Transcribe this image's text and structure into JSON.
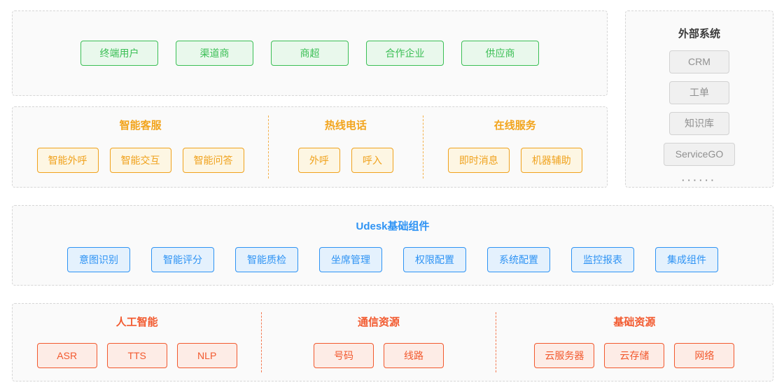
{
  "colors": {
    "green": "#3bbf55",
    "green_bg": "#e9f8ec",
    "orange": "#f0a21d",
    "orange_bg": "#fdf6e3",
    "blue": "#2e93f4",
    "blue_bg": "#e4f1fd",
    "red": "#f2592e",
    "red_bg": "#fdece6",
    "gray_border": "#d2d2d2",
    "gray_bg": "#f0f0f0",
    "gray_text": "#909090",
    "panel_border": "#d6d6d6",
    "panel_bg": "#fafafa"
  },
  "customers": {
    "items": [
      "终端用户",
      "渠道商",
      "商超",
      "合作企业",
      "供应商"
    ]
  },
  "external": {
    "title": "外部系统",
    "items": [
      "CRM",
      "工单",
      "知识库",
      "ServiceGO"
    ],
    "more": "······"
  },
  "service": {
    "sections": [
      {
        "title": "智能客服",
        "items": [
          "智能外呼",
          "智能交互",
          "智能问答"
        ]
      },
      {
        "title": "热线电话",
        "items": [
          "外呼",
          "呼入"
        ]
      },
      {
        "title": "在线服务",
        "items": [
          "即时消息",
          "机器辅助"
        ]
      }
    ]
  },
  "components": {
    "title": "Udesk基础组件",
    "items": [
      "意图识别",
      "智能评分",
      "智能质检",
      "坐席管理",
      "权限配置",
      "系统配置",
      "监控报表",
      "集成组件"
    ]
  },
  "resources": {
    "sections": [
      {
        "title": "人工智能",
        "items": [
          "ASR",
          "TTS",
          "NLP"
        ]
      },
      {
        "title": "通信资源",
        "items": [
          "号码",
          "线路"
        ]
      },
      {
        "title": "基础资源",
        "items": [
          "云服务器",
          "云存储",
          "网络"
        ]
      }
    ]
  }
}
